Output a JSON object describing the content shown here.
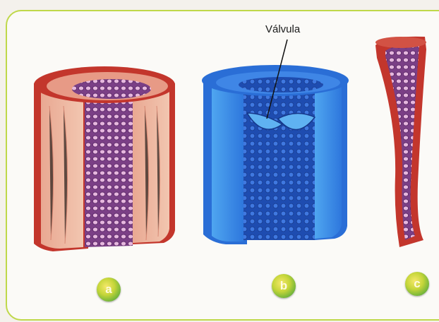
{
  "labels": {
    "valve": "Válvula",
    "badge_a": "a",
    "badge_b": "b",
    "badge_c": "c"
  },
  "colors": {
    "artery_outer": "#c7382d",
    "artery_wall": "#e8a28c",
    "artery_lumen": "#8a4f8e",
    "vein_outer": "#2a6ed6",
    "vein_inner": "#1d4fb3",
    "capillary": "#c7382d",
    "badge_ring": "#2e9a3c",
    "panel_border": "#bfd84a"
  }
}
